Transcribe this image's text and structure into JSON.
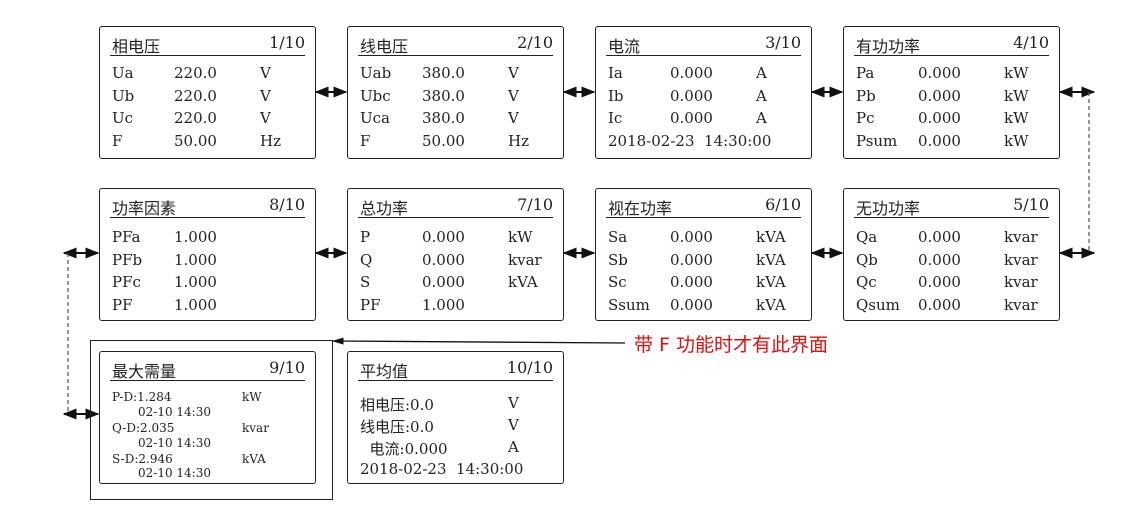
{
  "screens": {
    "s1": {
      "title": "相电压",
      "page": "1/10",
      "rows": [
        [
          "Ua",
          "220.0",
          "V"
        ],
        [
          "Ub",
          "220.0",
          "V"
        ],
        [
          "Uc",
          "220.0",
          "V"
        ],
        [
          "F",
          "50.00",
          "Hz"
        ]
      ]
    },
    "s2": {
      "title": "线电压",
      "page": "2/10",
      "rows": [
        [
          "Uab",
          "380.0",
          "V"
        ],
        [
          "Ubc",
          "380.0",
          "V"
        ],
        [
          "Uca",
          "380.0",
          "V"
        ],
        [
          "F",
          "50.00",
          "Hz"
        ]
      ]
    },
    "s3": {
      "title": "电流",
      "page": "3/10",
      "rows": [
        [
          "Ia",
          "0.000",
          "A"
        ],
        [
          "Ib",
          "0.000",
          "A"
        ],
        [
          "Ic",
          "0.000",
          "A"
        ]
      ],
      "timestamp": "2018-02-23  14:30:00"
    },
    "s4": {
      "title": "有功功率",
      "page": "4/10",
      "rows": [
        [
          "Pa",
          "0.000",
          "kW"
        ],
        [
          "Pb",
          "0.000",
          "kW"
        ],
        [
          "Pc",
          "0.000",
          "kW"
        ],
        [
          "Psum",
          "0.000",
          "kW"
        ]
      ]
    },
    "s5": {
      "title": "无功功率",
      "page": "5/10",
      "rows": [
        [
          "Qa",
          "0.000",
          "kvar"
        ],
        [
          "Qb",
          "0.000",
          "kvar"
        ],
        [
          "Qc",
          "0.000",
          "kvar"
        ],
        [
          "Qsum",
          "0.000",
          "kvar"
        ]
      ]
    },
    "s6": {
      "title": "视在功率",
      "page": "6/10",
      "rows": [
        [
          "Sa",
          "0.000",
          "kVA"
        ],
        [
          "Sb",
          "0.000",
          "kVA"
        ],
        [
          "Sc",
          "0.000",
          "kVA"
        ],
        [
          "Ssum",
          "0.000",
          "kVA"
        ]
      ]
    },
    "s7": {
      "title": "总功率",
      "page": "7/10",
      "rows": [
        [
          "P",
          "0.000",
          "kW"
        ],
        [
          "Q",
          "0.000",
          "kvar"
        ],
        [
          "S",
          "0.000",
          "kVA"
        ],
        [
          "PF",
          "1.000",
          ""
        ]
      ]
    },
    "s8": {
      "title": "功率因素",
      "page": "8/10",
      "rows": [
        [
          "PFa",
          "1.000",
          ""
        ],
        [
          "PFb",
          "1.000",
          ""
        ],
        [
          "PFc",
          "1.000",
          ""
        ],
        [
          "PF",
          "1.000",
          ""
        ]
      ]
    },
    "s9": {
      "title": "最大需量",
      "page": "9/10",
      "demand": [
        {
          "label": "P-D:1.284",
          "unit": "kW",
          "time": "02-10 14:30"
        },
        {
          "label": "Q-D:2.035",
          "unit": "kvar",
          "time": "02-10 14:30"
        },
        {
          "label": "S-D:2.946",
          "unit": "kVA",
          "time": "02-10 14:30"
        }
      ]
    },
    "s10": {
      "title": "平均值",
      "page": "10/10",
      "rows": [
        [
          "相电压:0.0",
          "V"
        ],
        [
          "线电压:0.0",
          "V"
        ],
        [
          "  电流:0.000",
          "A"
        ]
      ],
      "timestamp": "2018-02-23  14:30:00"
    }
  },
  "annotation": {
    "text": "带 F 功能时才有此界面",
    "color": "#e01010"
  }
}
